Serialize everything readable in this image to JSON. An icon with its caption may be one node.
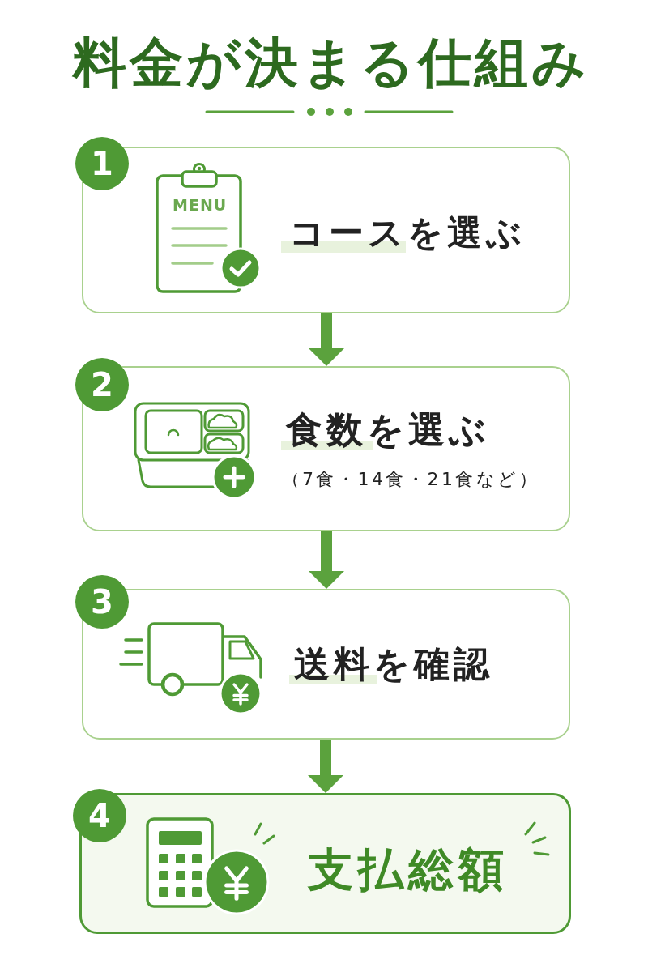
{
  "diagram": {
    "title": "料金が決まる仕組み",
    "nodes": [
      {
        "text": [
          "1"
        ]
      },
      {
        "text": [
          "コースを選ぶ"
        ]
      },
      {
        "text": [
          "2"
        ]
      },
      {
        "text": [
          "食数を選ぶ",
          "（7食・14食・21食など）"
        ]
      },
      {
        "text": [
          "3"
        ]
      },
      {
        "text": [
          "送料を確認"
        ]
      },
      {
        "text": [
          "4"
        ]
      },
      {
        "text": [
          "支払総額"
        ]
      }
    ],
    "edges": [
      {
        "from": 1,
        "to": 3,
        "arrow": "to"
      },
      {
        "from": 3,
        "to": 5,
        "arrow": "to"
      },
      {
        "from": 5,
        "to": 7,
        "arrow": "to"
      }
    ],
    "labels": [
      "MENU"
    ]
  }
}
